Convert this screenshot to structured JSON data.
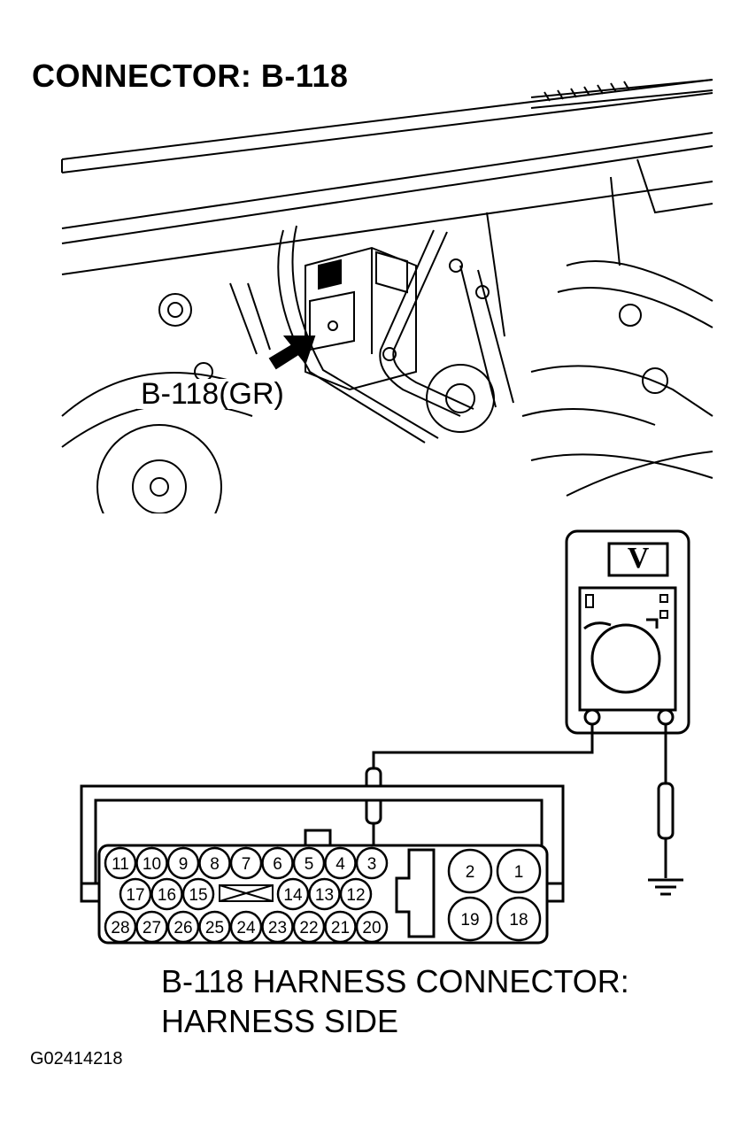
{
  "title": "CONNECTOR: B-118",
  "location_label": "B-118(GR)",
  "meter_symbol": "V",
  "caption_line1": "B-118 HARNESS CONNECTOR:",
  "caption_line2": "HARNESS SIDE",
  "figure_id": "G02414218",
  "connector": {
    "row1": [
      "11",
      "10",
      "9",
      "8",
      "7",
      "6",
      "5",
      "4",
      "3"
    ],
    "row2_left": [
      "17",
      "16",
      "15"
    ],
    "row2_right": [
      "14",
      "13",
      "12"
    ],
    "row3": [
      "28",
      "27",
      "26",
      "25",
      "24",
      "23",
      "22",
      "21",
      "20"
    ],
    "large_top": [
      "2",
      "1"
    ],
    "large_bottom": [
      "19",
      "18"
    ],
    "probed_pin": "3"
  }
}
